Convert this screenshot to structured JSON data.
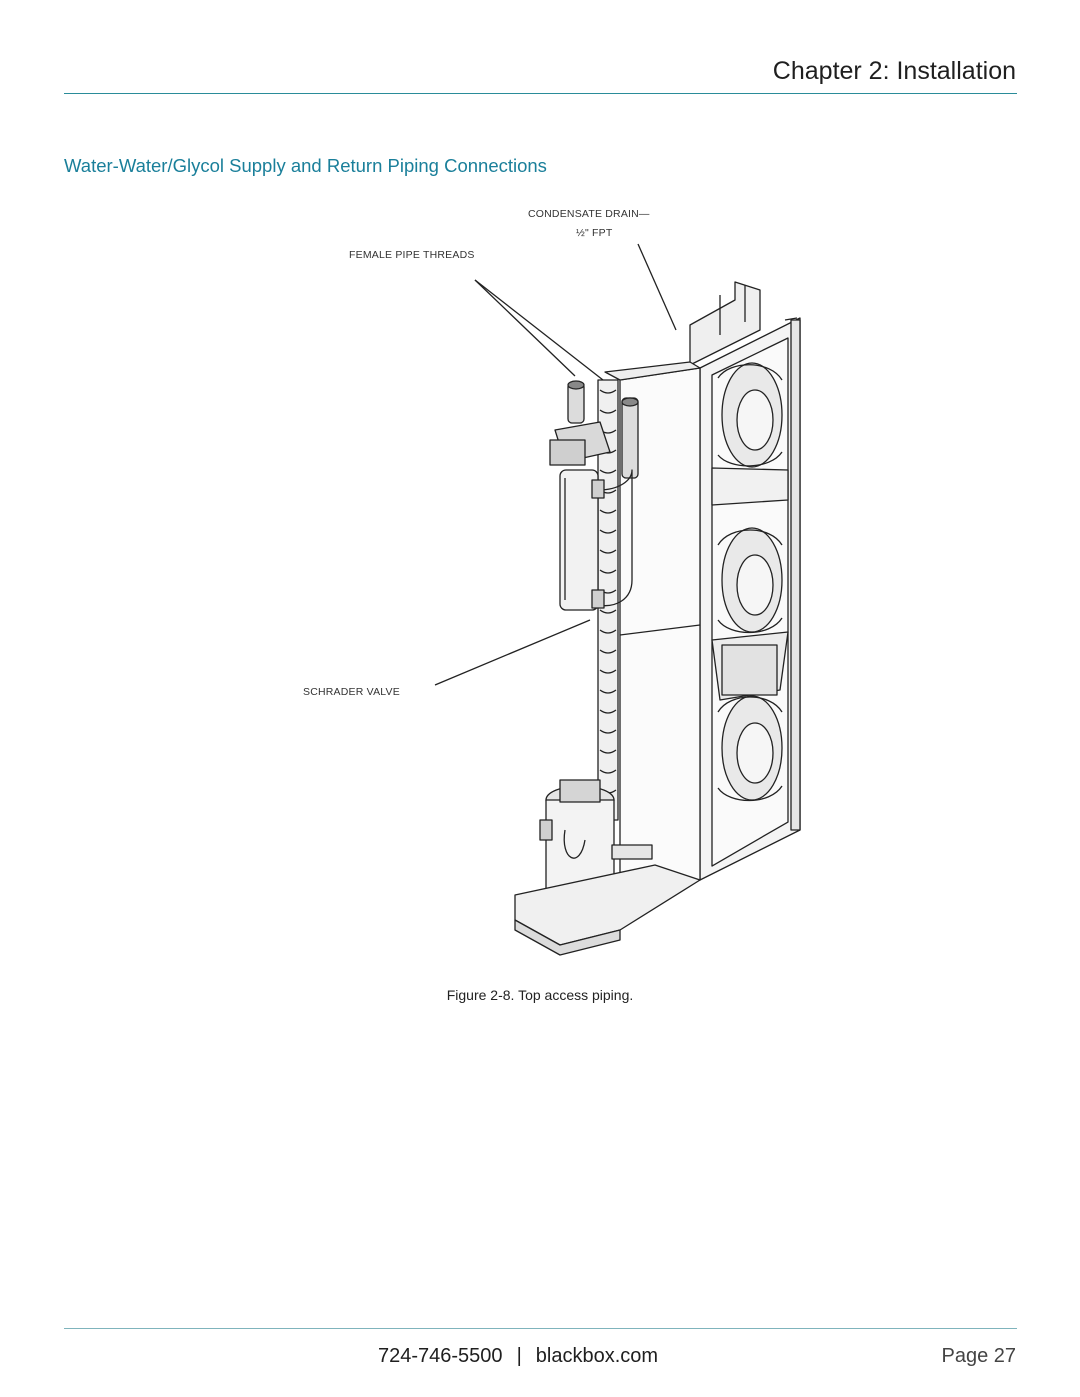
{
  "header": {
    "chapter_title": "Chapter 2: Installation"
  },
  "section": {
    "heading": "Water-Water/Glycol Supply and Return Piping Connections"
  },
  "figure": {
    "callouts": {
      "condensate_line1": "CONDENSATE DRAIN—",
      "condensate_line2": "½\" FPT",
      "female_pipe": "FEMALE PIPE THREADS",
      "schrader": "SCHRADER VALVE"
    },
    "caption": "Figure 2-8. Top access piping."
  },
  "footer": {
    "phone": "724-746-5500",
    "separator": "|",
    "website": "blackbox.com",
    "page": "Page 27"
  }
}
